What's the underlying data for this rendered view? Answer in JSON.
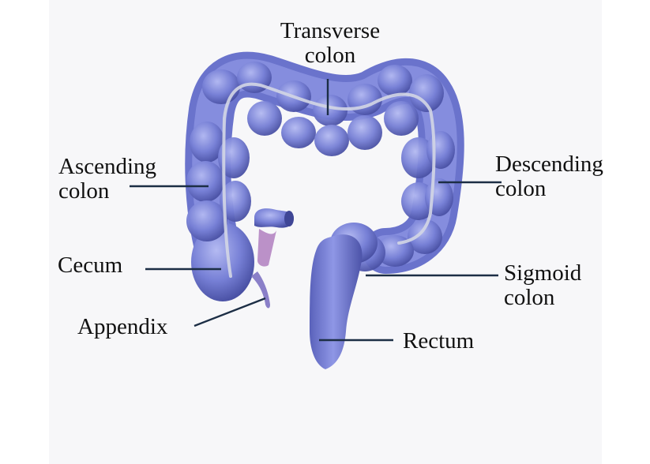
{
  "labels": {
    "transverse": "Transverse\ncolon",
    "ascending": "Ascending\ncolon",
    "descending": "Descending\ncolon",
    "cecum": "Cecum",
    "sigmoid": "Sigmoid\ncolon",
    "appendix": "Appendix",
    "rectum": "Rectum"
  },
  "colors": {
    "organ": "#6f78d0",
    "organ_light": "#a9b0ee",
    "organ_dark": "#39408e",
    "band": "#c9ccdc",
    "appendix": "#b07fc0",
    "leader_line": "#1c2e45",
    "text": "#111111"
  }
}
